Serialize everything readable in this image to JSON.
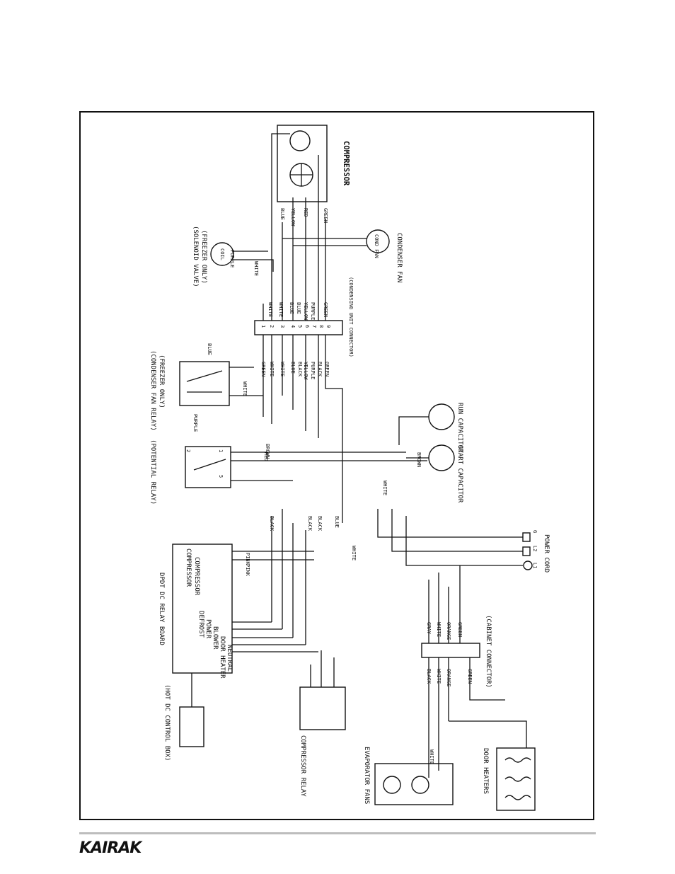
{
  "brand": {
    "logo_text": "KAIRAK"
  },
  "components": {
    "compressor": "COMPRESSOR",
    "solenoid_valve": "(SOLENOID VALVE)",
    "solenoid_valve_note": "(FREEZER ONLY)",
    "solenoid_coil": "COIL",
    "condenser_fan": "CONDENSER FAN",
    "condenser_fan_motor": "COND FAN",
    "condensing_unit_connector": "(CONDENSING UNIT CONNECTOR)",
    "condenser_fan_relay": "(CONDENSER FAN RELAY)",
    "condenser_fan_relay_note": "(FREEZER ONLY)",
    "potential_relay": "(POTENTIAL RELAY)",
    "run_capacitor": "RUN CAPACITOR",
    "start_capacitor": "START CAPACITOR",
    "power_cord": "POWER CORD",
    "dpdt_relay_board": "DPDT DC RELAY BOARD",
    "hot_dc_control_box": "(HOT DC CONTROL BOX)",
    "compressor_relay": "COMPRESSOR RELAY",
    "cabinet_connector": "(CABINET CONNECTOR)",
    "evaporator_fans": "EVAPORATOR FANS",
    "door_heaters": "DOOR HEATERS"
  },
  "relay_board_terminals": [
    "COMPRESSOR",
    "COMPRESSOR",
    "DEFROST",
    "POWER",
    "BLOWER",
    "DOOR HEATER",
    "NEUTRAL"
  ],
  "wire_colors": {
    "condensing_connector": [
      "GREEN",
      "WHITE",
      "WHITE",
      "BLUE",
      "BLACK",
      "YELLOW",
      "PURPLE",
      "BLACK",
      "GREEN"
    ],
    "condensing_connector_unit_side": [
      "WHITE",
      "WHITE",
      "BLUE",
      "BLUE",
      "YELLOW",
      "PURPLE",
      "GREEN"
    ],
    "compressor_leads": [
      "BLUE",
      "YELLOW",
      "RED",
      "GREEN"
    ],
    "cabinet_connector": [
      "GRAY",
      "WHITE",
      "ORANGE",
      "GREEN"
    ],
    "cabinet_connector_lower": [
      "BLACK",
      "WHITE",
      "ORANGE",
      "GREEN"
    ],
    "relay_board_wires": [
      "PINK",
      "PINK"
    ],
    "misc": [
      "BLACK",
      "BLACK",
      "BLACK",
      "BLUE",
      "WHITE",
      "WHITE",
      "WHITE",
      "RED",
      "BROWN",
      "BROWN",
      "PURPLE",
      "PURPLE",
      "WHITE",
      "WHITE",
      "BLUE"
    ]
  },
  "power_cord_terminals": [
    "G",
    "L2",
    "L1"
  ],
  "pin_numbers": [
    "1",
    "2",
    "3",
    "4",
    "5",
    "6",
    "7",
    "8",
    "9"
  ],
  "relay_pins": [
    "2",
    "5",
    "1"
  ]
}
